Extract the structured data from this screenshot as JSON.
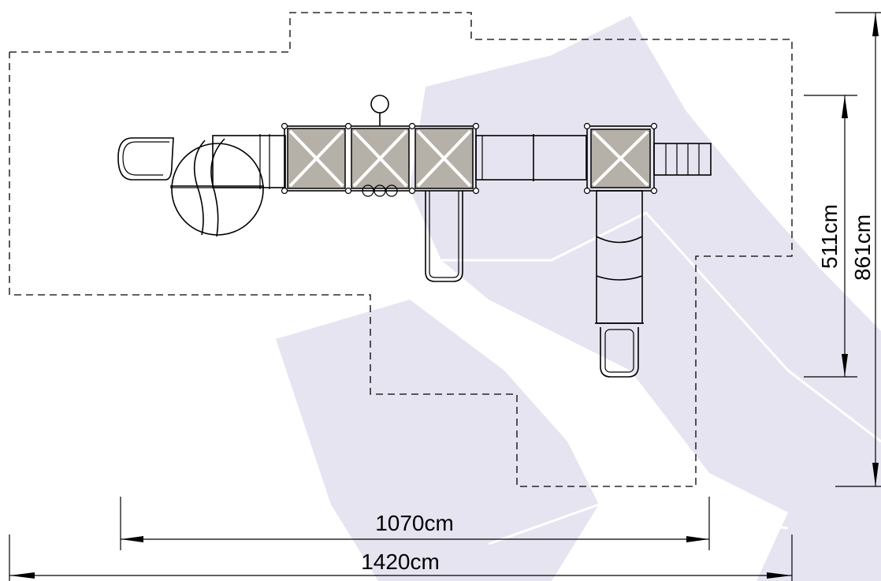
{
  "dimensions": {
    "inner_width": "1070cm",
    "outer_width": "1420cm",
    "inner_height": "511cm",
    "outer_height": "861cm"
  }
}
